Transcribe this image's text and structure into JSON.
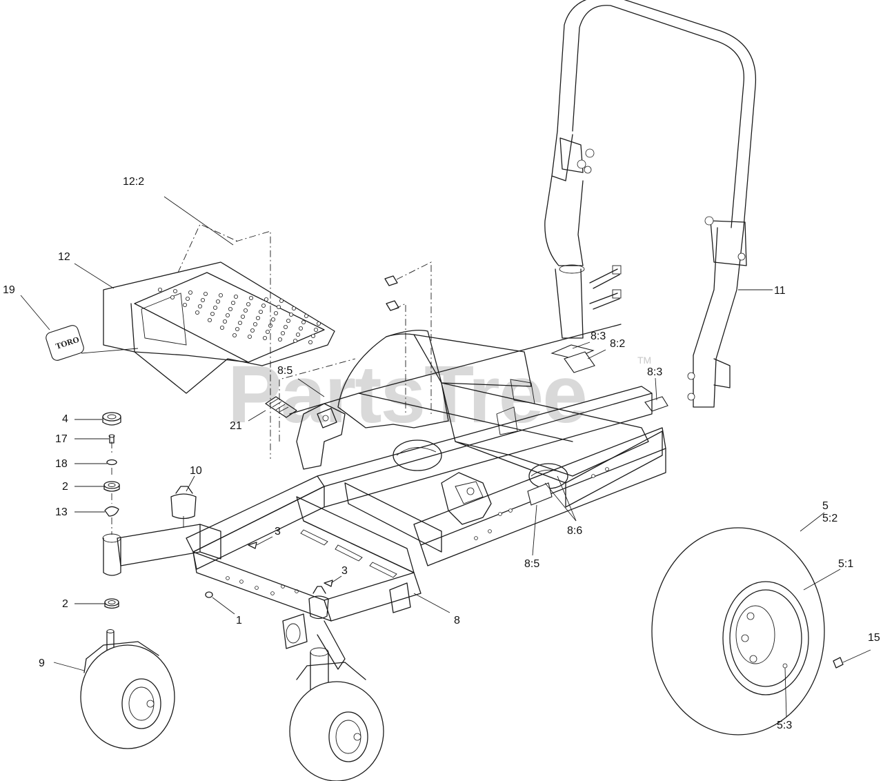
{
  "watermark": {
    "text": "PartsTree",
    "trademark": "TM"
  },
  "logo_decal_text": "TORO",
  "callouts": [
    {
      "id": "c-12-2",
      "text": "12:2"
    },
    {
      "id": "c-12",
      "text": "12"
    },
    {
      "id": "c-19",
      "text": "19"
    },
    {
      "id": "c-8-5-top",
      "text": "8:5"
    },
    {
      "id": "c-21",
      "text": "21"
    },
    {
      "id": "c-4",
      "text": "4"
    },
    {
      "id": "c-17",
      "text": "17"
    },
    {
      "id": "c-18",
      "text": "18"
    },
    {
      "id": "c-2-top",
      "text": "2"
    },
    {
      "id": "c-13",
      "text": "13"
    },
    {
      "id": "c-10",
      "text": "10"
    },
    {
      "id": "c-3-left",
      "text": "3"
    },
    {
      "id": "c-3-right",
      "text": "3"
    },
    {
      "id": "c-2-bottom",
      "text": "2"
    },
    {
      "id": "c-1",
      "text": "1"
    },
    {
      "id": "c-9",
      "text": "9"
    },
    {
      "id": "c-8",
      "text": "8"
    },
    {
      "id": "c-8-5-bottom",
      "text": "8:5"
    },
    {
      "id": "c-8-6",
      "text": "8:6"
    },
    {
      "id": "c-8-3-left",
      "text": "8:3"
    },
    {
      "id": "c-8-2",
      "text": "8:2"
    },
    {
      "id": "c-8-3-right",
      "text": "8:3"
    },
    {
      "id": "c-11",
      "text": "11"
    },
    {
      "id": "c-5",
      "text": "5"
    },
    {
      "id": "c-5-2",
      "text": "5:2"
    },
    {
      "id": "c-5-1",
      "text": "5:1"
    },
    {
      "id": "c-15",
      "text": "15"
    },
    {
      "id": "c-5-3",
      "text": "5:3"
    }
  ]
}
